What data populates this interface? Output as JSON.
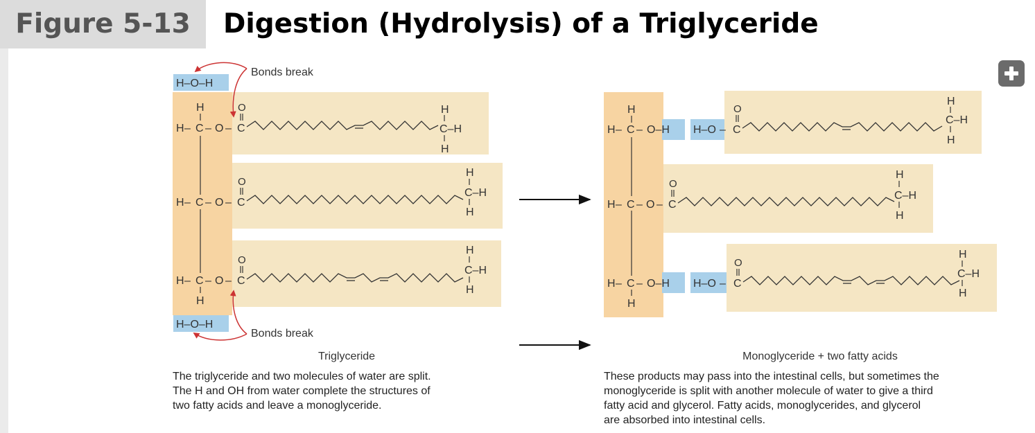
{
  "header": {
    "figure_label": "Figure 5-13",
    "title": "Digestion (Hydrolysis) of a Triglyceride"
  },
  "atoms": {
    "H": "H",
    "C": "C",
    "O": "O",
    "C_H": "C–H",
    "water": "H–O–H",
    "O_H": "O–H",
    "H_O": "H–O",
    "dash": "–"
  },
  "annotations": {
    "bonds_break": "Bonds break"
  },
  "left_panel": {
    "label": "Triglyceride",
    "caption": [
      "The triglyceride and two molecules of water are split.",
      "The H and OH from water complete the structures of",
      "two fatty acids and leave a monoglyceride."
    ]
  },
  "right_panel": {
    "label": "Monoglyceride + two fatty acids",
    "caption": [
      "These products may pass into the intestinal cells, but sometimes the",
      "monoglyceride is split with another molecule of water to give a third",
      "fatty acid and glycerol. Fatty acids, monoglycerides, and glycerol",
      "are absorbed into intestinal cells."
    ]
  },
  "colors": {
    "glycerol_backbone": "#f7d4a2",
    "fatty_acid_band": "#f5e6c4",
    "water_highlight": "#a9d0ea",
    "arrow_red": "#cc3333"
  },
  "icons": [
    "expand-plus-icon",
    "reaction-arrow-icon",
    "red-curved-arrow-icon"
  ]
}
